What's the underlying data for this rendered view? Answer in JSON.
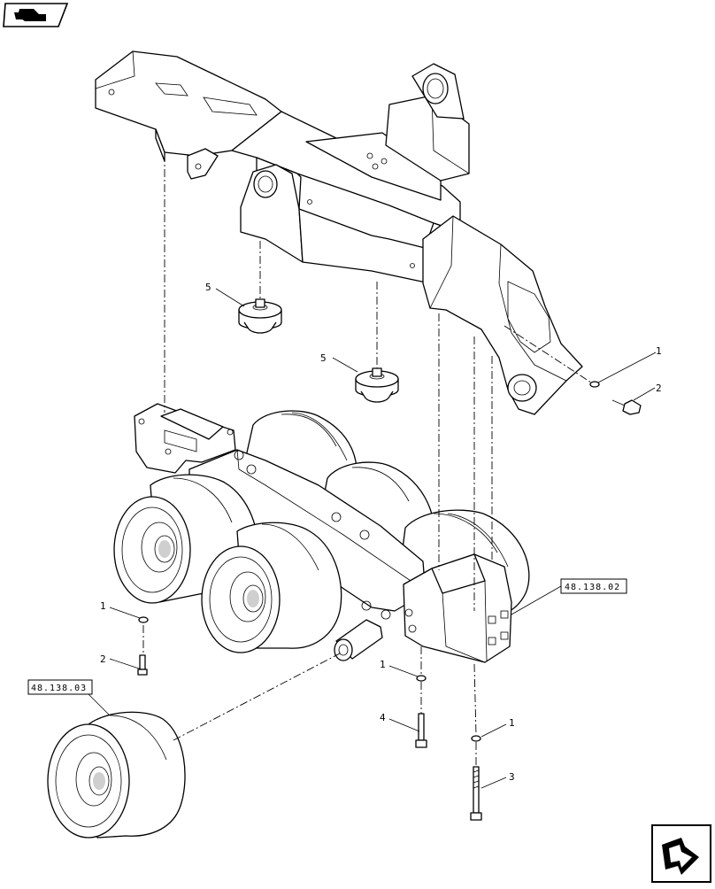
{
  "diagram": {
    "callouts": [
      {
        "id": "c1a",
        "label": "1"
      },
      {
        "id": "c2a",
        "label": "2"
      },
      {
        "id": "c5a",
        "label": "5"
      },
      {
        "id": "c5b",
        "label": "5"
      },
      {
        "id": "c1b",
        "label": "1"
      },
      {
        "id": "c2b",
        "label": "2"
      },
      {
        "id": "c1c",
        "label": "1"
      },
      {
        "id": "c4",
        "label": "4"
      },
      {
        "id": "c1d",
        "label": "1"
      },
      {
        "id": "c3",
        "label": "3"
      }
    ],
    "references": [
      {
        "id": "r1",
        "label": "48.138.02"
      },
      {
        "id": "r2",
        "label": "48.138.03"
      }
    ],
    "icons": {
      "top_left": "previous-page-arrow-icon",
      "bottom_right": "next-page-arrow-icon"
    }
  }
}
